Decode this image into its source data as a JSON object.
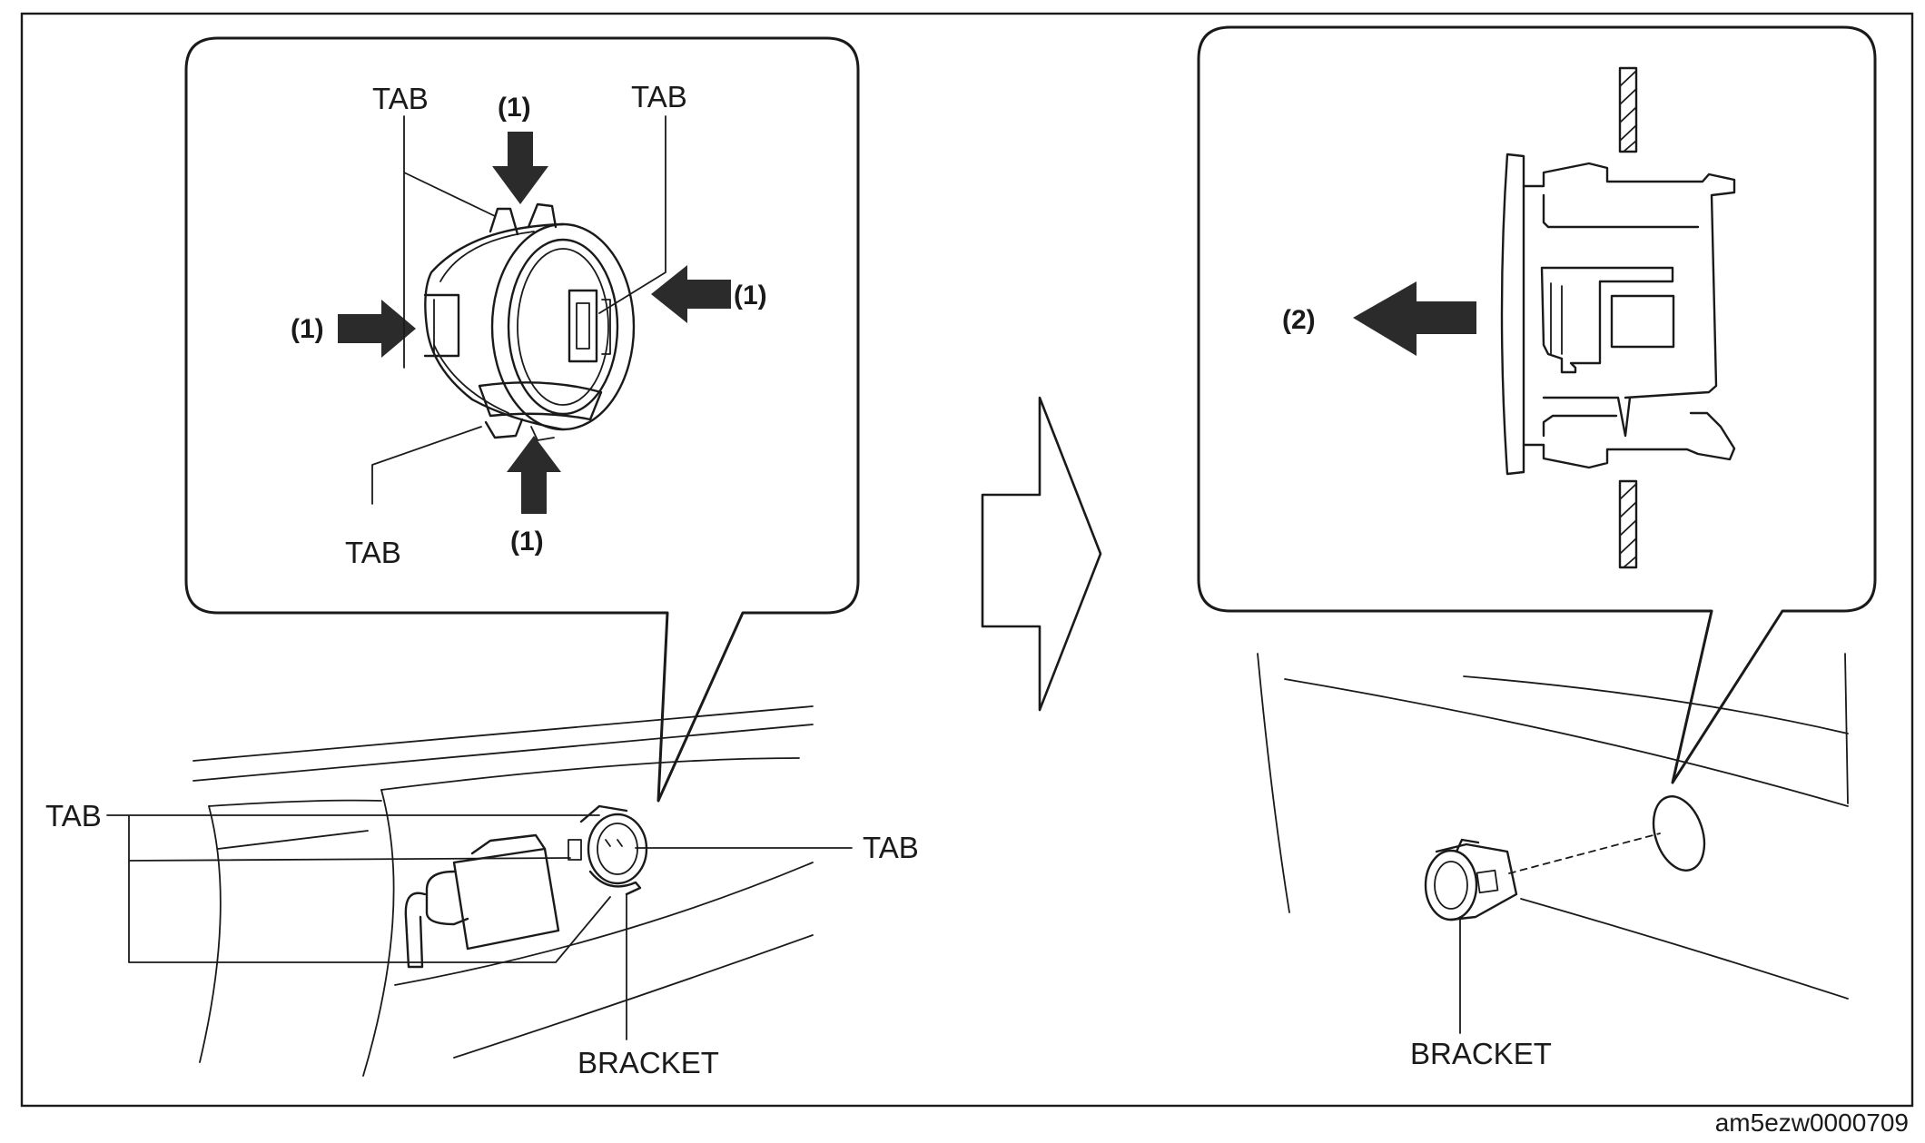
{
  "left_panel": {
    "detail_labels": {
      "tab_top_left": "TAB",
      "tab_top_right": "TAB",
      "tab_bottom": "TAB",
      "step_top": "(1)",
      "step_left": "(1)",
      "step_right": "(1)",
      "step_bottom": "(1)"
    },
    "scene_labels": {
      "tab_left": "TAB",
      "tab_right": "TAB",
      "bracket": "BRACKET"
    }
  },
  "right_panel": {
    "detail_labels": {
      "step": "(2)"
    },
    "scene_labels": {
      "bracket": "BRACKET"
    }
  },
  "figure_id": "am5ezw0000709",
  "colors": {
    "line": "#1a1a1a",
    "arrow_fill": "#2b2b2b",
    "background": "#ffffff"
  },
  "icons": {
    "push_arrows": "arrow-filled",
    "remove_arrow": "arrow-filled-left",
    "sequence_arrow": "arrow-outline-right"
  }
}
